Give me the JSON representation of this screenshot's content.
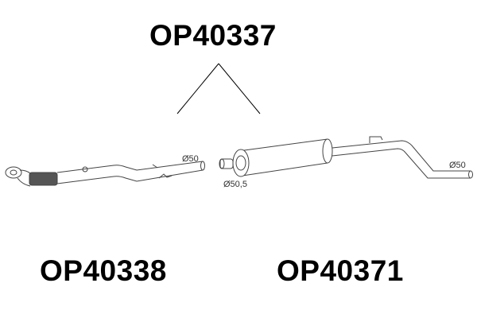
{
  "assembly": {
    "code": "OP40337"
  },
  "parts": [
    {
      "code": "OP40338",
      "diameters": [
        "Ø50"
      ]
    },
    {
      "code": "OP40371",
      "diameters": [
        "Ø50,5",
        "Ø50"
      ]
    }
  ]
}
